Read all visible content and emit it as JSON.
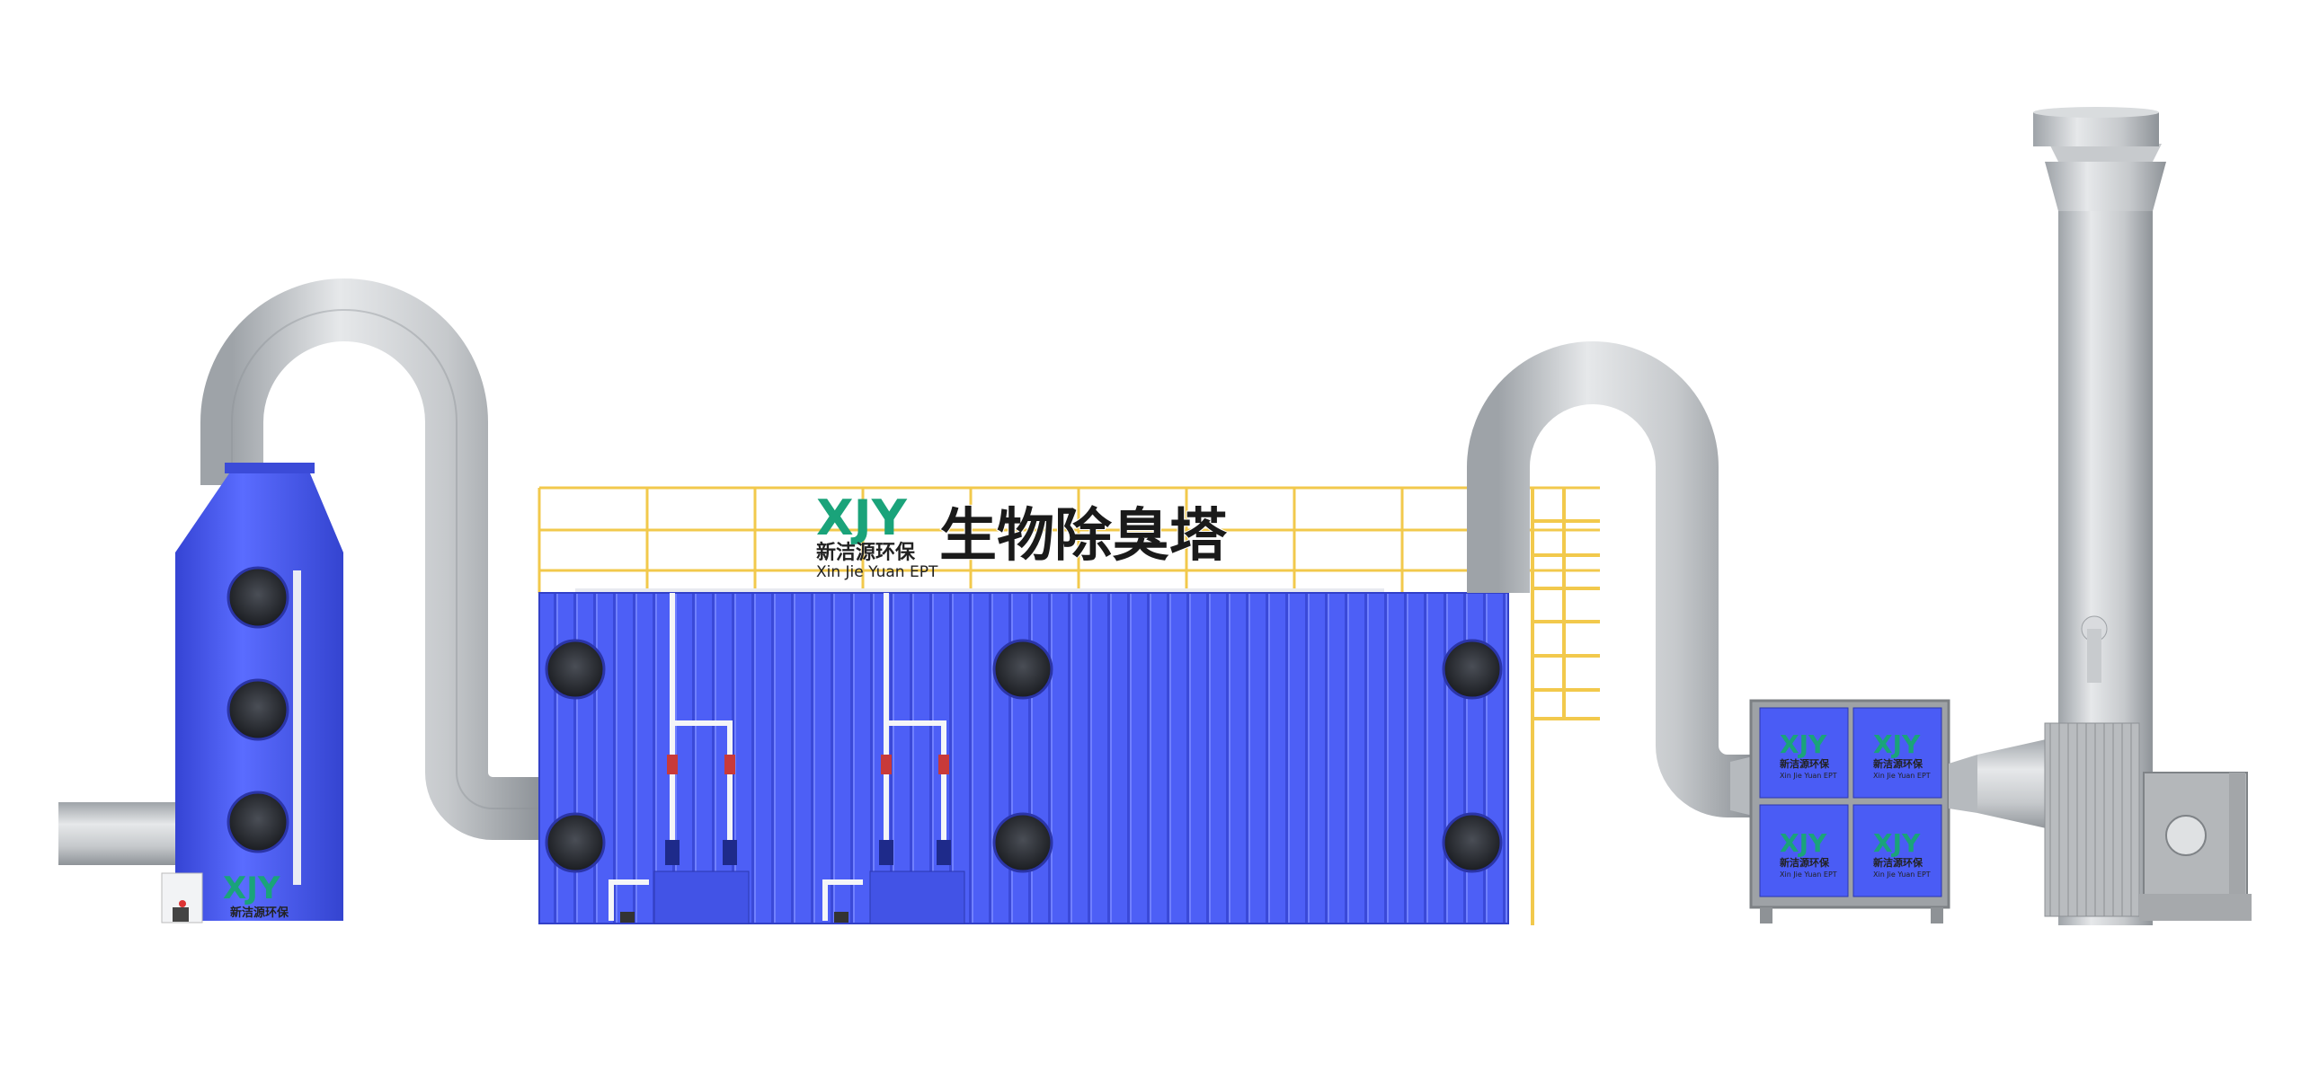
{
  "brand": {
    "logo": "XJY",
    "name_cn": "新洁源环保",
    "name_en": "Xin Jie Yuan EPT",
    "name_en_small": "Xin Jie Yuan EPT"
  },
  "title_cn": "生物除臭塔",
  "colors": {
    "tank_blue": "#4a5cf5",
    "tank_blue_dark": "#3646d8",
    "pipe_grey": "#c4c8cc",
    "frame_yellow": "#f2c94c",
    "logo_green": "#1aa37a",
    "logo_blue": "#1e63d6",
    "dark_window": "#2a2d33"
  }
}
